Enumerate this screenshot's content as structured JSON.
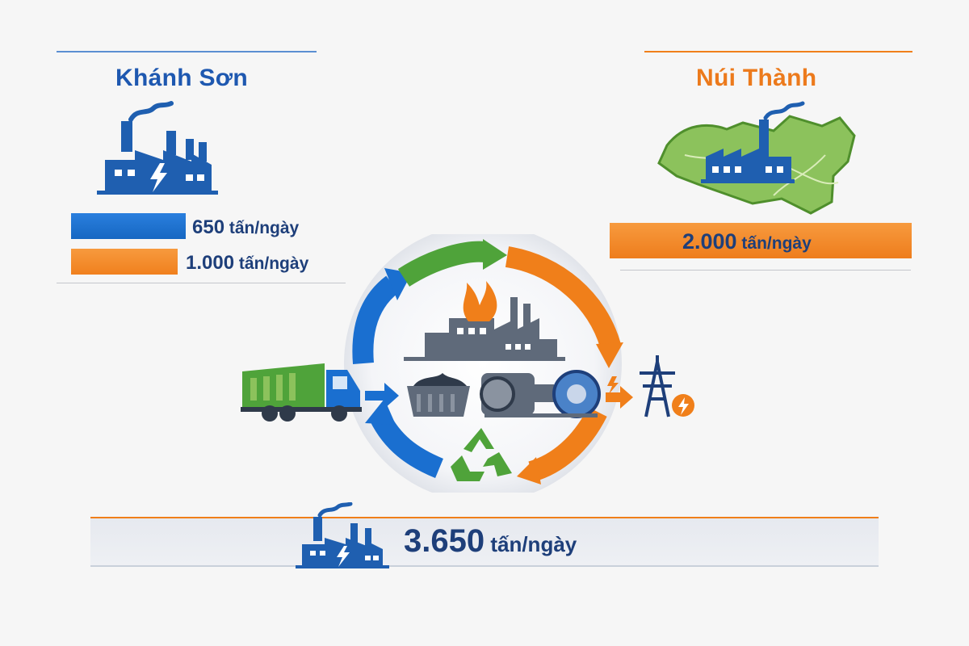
{
  "khanh_son": {
    "title": "Khánh Sơn",
    "bars": [
      {
        "value": "650",
        "unit": " tấn/ngày",
        "color": "#1a6fd0"
      },
      {
        "value": "1.000",
        "unit": " tấn/ngày",
        "color": "#f5841f"
      }
    ],
    "icon": "factory-power-icon"
  },
  "nui_thanh": {
    "title": "Núi Thành",
    "value": "2.000",
    "unit": " tấn/ngày",
    "color": "#f07f1a",
    "icon": "factory-map-icon"
  },
  "process": {
    "steps": [
      "garbage-truck-icon",
      "waste-bin-icon",
      "turbine-generator-icon",
      "power-tower-icon"
    ],
    "center": [
      "flame-icon",
      "plant-icon",
      "recycle-icon"
    ],
    "arrows": [
      "blue-arrow",
      "green-arrow",
      "orange-arrow"
    ]
  },
  "total": {
    "value": "3.650",
    "unit": " tấn/ngày",
    "icon": "factory-power-icon"
  },
  "colors": {
    "blue": "#1a6fd0",
    "navy": "#1e3f7a",
    "orange": "#f5841f",
    "green": "#4fa33a",
    "gray": "#6b7380"
  }
}
